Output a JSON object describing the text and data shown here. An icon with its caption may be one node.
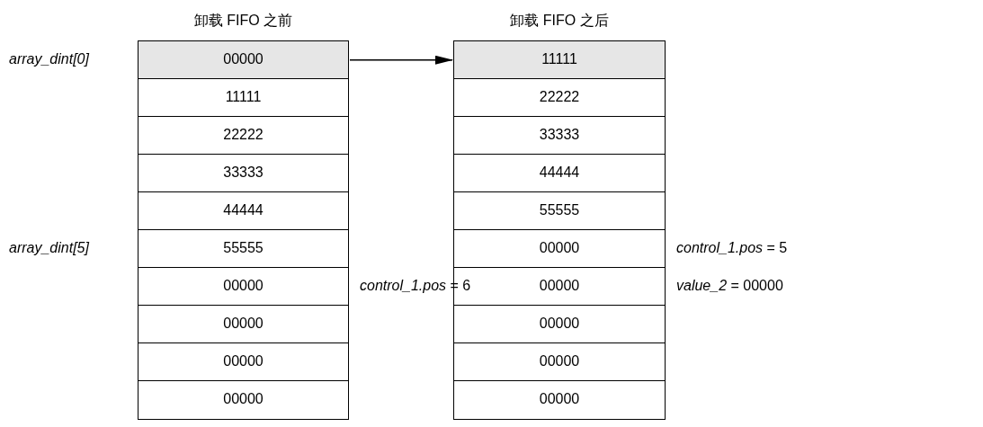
{
  "diagram": {
    "nodes": [
      {
        "text": [
          "卸载 FIFO 之前"
        ]
      },
      {
        "text": [
          "00000"
        ],
        "in": 0
      },
      {
        "text": [
          "11111"
        ],
        "in": 0
      },
      {
        "text": [
          "22222"
        ],
        "in": 0
      },
      {
        "text": [
          "33333"
        ],
        "in": 0
      },
      {
        "text": [
          "44444"
        ],
        "in": 0
      },
      {
        "text": [
          "55555"
        ],
        "in": 0
      },
      {
        "text": [
          "00000"
        ],
        "in": 0
      },
      {
        "text": [
          "00000"
        ],
        "in": 0
      },
      {
        "text": [
          "00000"
        ],
        "in": 0
      },
      {
        "text": [
          "00000"
        ],
        "in": 0
      },
      {
        "text": [
          "卸载 FIFO 之后"
        ]
      },
      {
        "text": [
          "11111"
        ],
        "in": 11
      },
      {
        "text": [
          "22222"
        ],
        "in": 11
      },
      {
        "text": [
          "33333"
        ],
        "in": 11
      },
      {
        "text": [
          "44444"
        ],
        "in": 11
      },
      {
        "text": [
          "55555"
        ],
        "in": 11
      },
      {
        "text": [
          "00000"
        ],
        "in": 11
      },
      {
        "text": [
          "00000"
        ],
        "in": 11
      },
      {
        "text": [
          "00000"
        ],
        "in": 11
      },
      {
        "text": [
          "00000"
        ],
        "in": 11
      },
      {
        "text": [
          "00000"
        ],
        "in": 11
      }
    ],
    "edges": [
      {
        "from": 1,
        "to": 12,
        "arrow": "to"
      }
    ],
    "labels": [
      "array_dint[0]",
      "array_dint[5]",
      "*control_1.pos* = 6",
      "*control_1.pos* = 5",
      "*value_2* = 00000"
    ]
  }
}
